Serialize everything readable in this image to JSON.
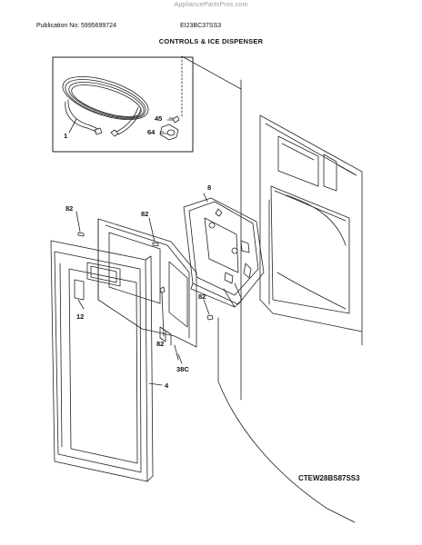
{
  "watermark": "AppliancePartsPros.com",
  "header": {
    "publication": "Publication No: 5995699724",
    "model": "EI23BC37SS3"
  },
  "section_title": "CONTROLS & ICE DISPENSER",
  "diagram_code": "CTEW28BS87SS3",
  "callouts": {
    "c1": "1",
    "c45": "45",
    "c64": "64",
    "c8": "8",
    "c82a": "82",
    "c82b": "82",
    "c82c": "82",
    "c82d": "82",
    "c12": "12",
    "c38c": "38C",
    "c4": "4"
  }
}
